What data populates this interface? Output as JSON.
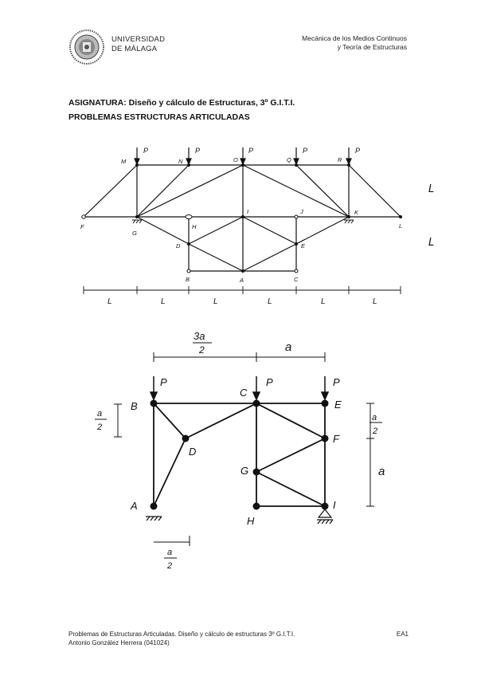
{
  "header": {
    "university_line1": "UNIVERSIDAD",
    "university_line2": "DE MÁLAGA",
    "course_line1": "Mecánica de los Medios Continuos",
    "course_line2": "y Teoría de Estructuras"
  },
  "heading": {
    "subject": "ASIGNATURA: Diseño y cálculo de Estructuras, 3º G.I.T.I.",
    "title": "PROBLEMAS ESTRUCTURAS ARTICULADAS"
  },
  "figure1": {
    "load": "P",
    "nodes": {
      "M": "M",
      "N": "N",
      "O": "O",
      "Q": "Q",
      "R": "R",
      "F": "F",
      "G": "G",
      "H": "H",
      "I": "I",
      "J": "J",
      "K": "K",
      "L": "L",
      "D": "D",
      "E": "E",
      "B": "B",
      "A": "A",
      "C": "C"
    },
    "dim_L": "L"
  },
  "figure2": {
    "load": "P",
    "nodes": {
      "B": "B",
      "C": "C",
      "E": "E",
      "D": "D",
      "F": "F",
      "G": "G",
      "A": "A",
      "H": "H",
      "I": "I"
    },
    "dim_3a2_num": "3a",
    "dim_3a2_den": "2",
    "dim_a": "a",
    "dim_a2_num": "a",
    "dim_a2_den": "2"
  },
  "footer": {
    "line1": "Problemas de Estructuras Articuladas. Diseño y cálculo de estructuras 3º G.I.T.I.",
    "line2": "Antonio González Herrera (041024)",
    "code": "EA1"
  }
}
